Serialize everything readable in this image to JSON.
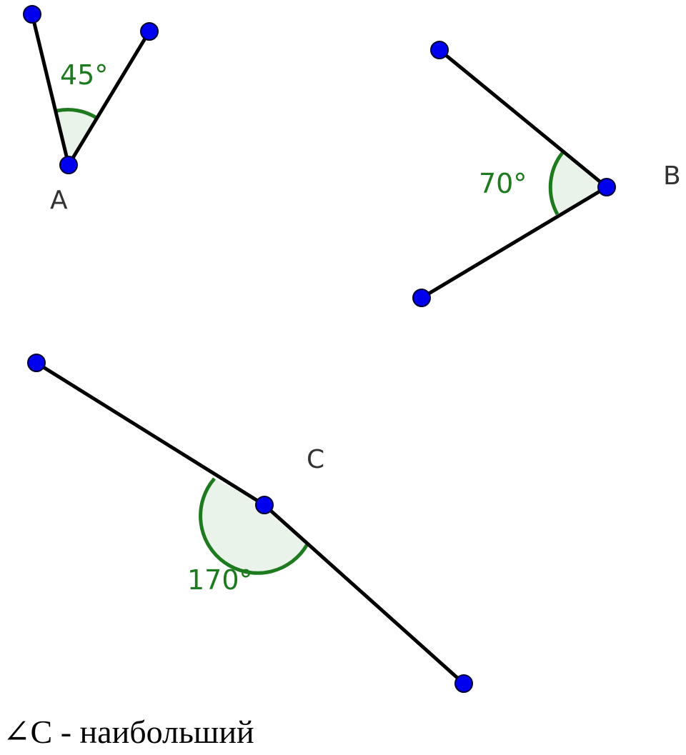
{
  "angles": [
    {
      "id": "A",
      "label": "A",
      "measure": "45°"
    },
    {
      "id": "B",
      "label": "B",
      "measure": "70°"
    },
    {
      "id": "C",
      "label": "C",
      "measure": "170°"
    }
  ],
  "caption": "∠C - наибольший",
  "colors": {
    "point": "#0000ee",
    "segment": "#000000",
    "arc": "#1e7a1e",
    "arc_fill": "#2e8b2e",
    "vertex_label": "#333333"
  }
}
